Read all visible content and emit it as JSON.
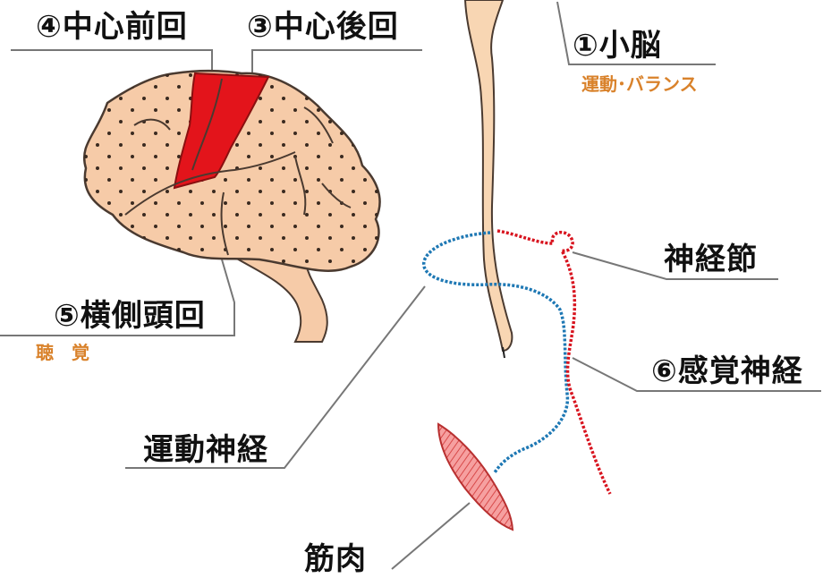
{
  "labels": {
    "precentral": "④中心前回",
    "postcentral": "③中心後回",
    "cerebellum": "①小脳",
    "cerebellum_sub": "運動･バランス",
    "ganglion": "神経節",
    "temporal": "⑤横側頭回",
    "temporal_sub": "聴　覚",
    "sensory": "⑥感覚神経",
    "motor": "運動神経",
    "muscle": "筋肉"
  },
  "colors": {
    "brain": "#f6cba8",
    "brain_dots": "#3a2a20",
    "motor_cortex": "#e3141b",
    "sensory_nerve": "#d8141f",
    "motor_nerve": "#1e78b4",
    "muscle": "#f07a7a",
    "spinal_cord": "#f8d6b3",
    "sub_text": "#d9822b",
    "leader": "#777777"
  }
}
